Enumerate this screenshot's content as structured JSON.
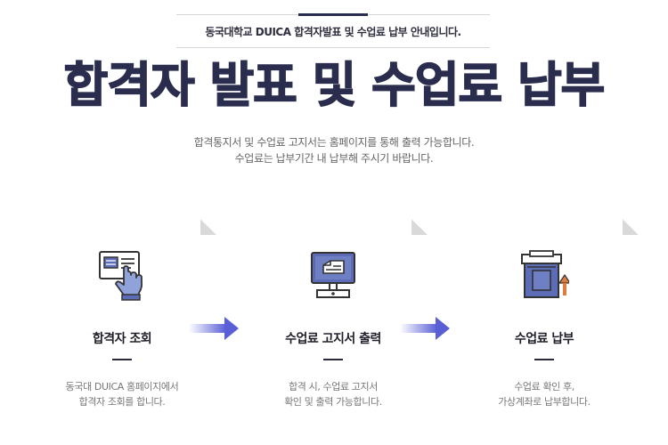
{
  "notice": {
    "text": "동국대학교 DUICA 합격자발표 및 수업료 납부 안내입니다."
  },
  "hero": {
    "title": "합격자 발표 및 수업료 납부"
  },
  "description": {
    "line1": "합격통지서 및 수업료 고지서는 홈페이지를 통해 출력 가능합니다.",
    "line2": "수업료는 납부기간 내 납부해 주시기 바랍니다."
  },
  "steps": [
    {
      "icon": "card-tap-icon",
      "title": "합격자 조회",
      "desc_line1": "동국대 DUICA 홈페이지에서",
      "desc_line2": "합격자 조회를 합니다."
    },
    {
      "icon": "monitor-print-icon",
      "title": "수업료 고지서 출력",
      "desc_line1": "합격 시, 수업료 고지서",
      "desc_line2": "확인 및 출력 가능합니다."
    },
    {
      "icon": "payment-machine-icon",
      "title": "수업료 납부",
      "desc_line1": "수업료 확인 후,",
      "desc_line2": "가상계좌로 납부합니다."
    }
  ],
  "colors": {
    "primary": "#2a2d4d",
    "accent": "#5a5fd6",
    "icon_fill": "#5c6cb6"
  }
}
